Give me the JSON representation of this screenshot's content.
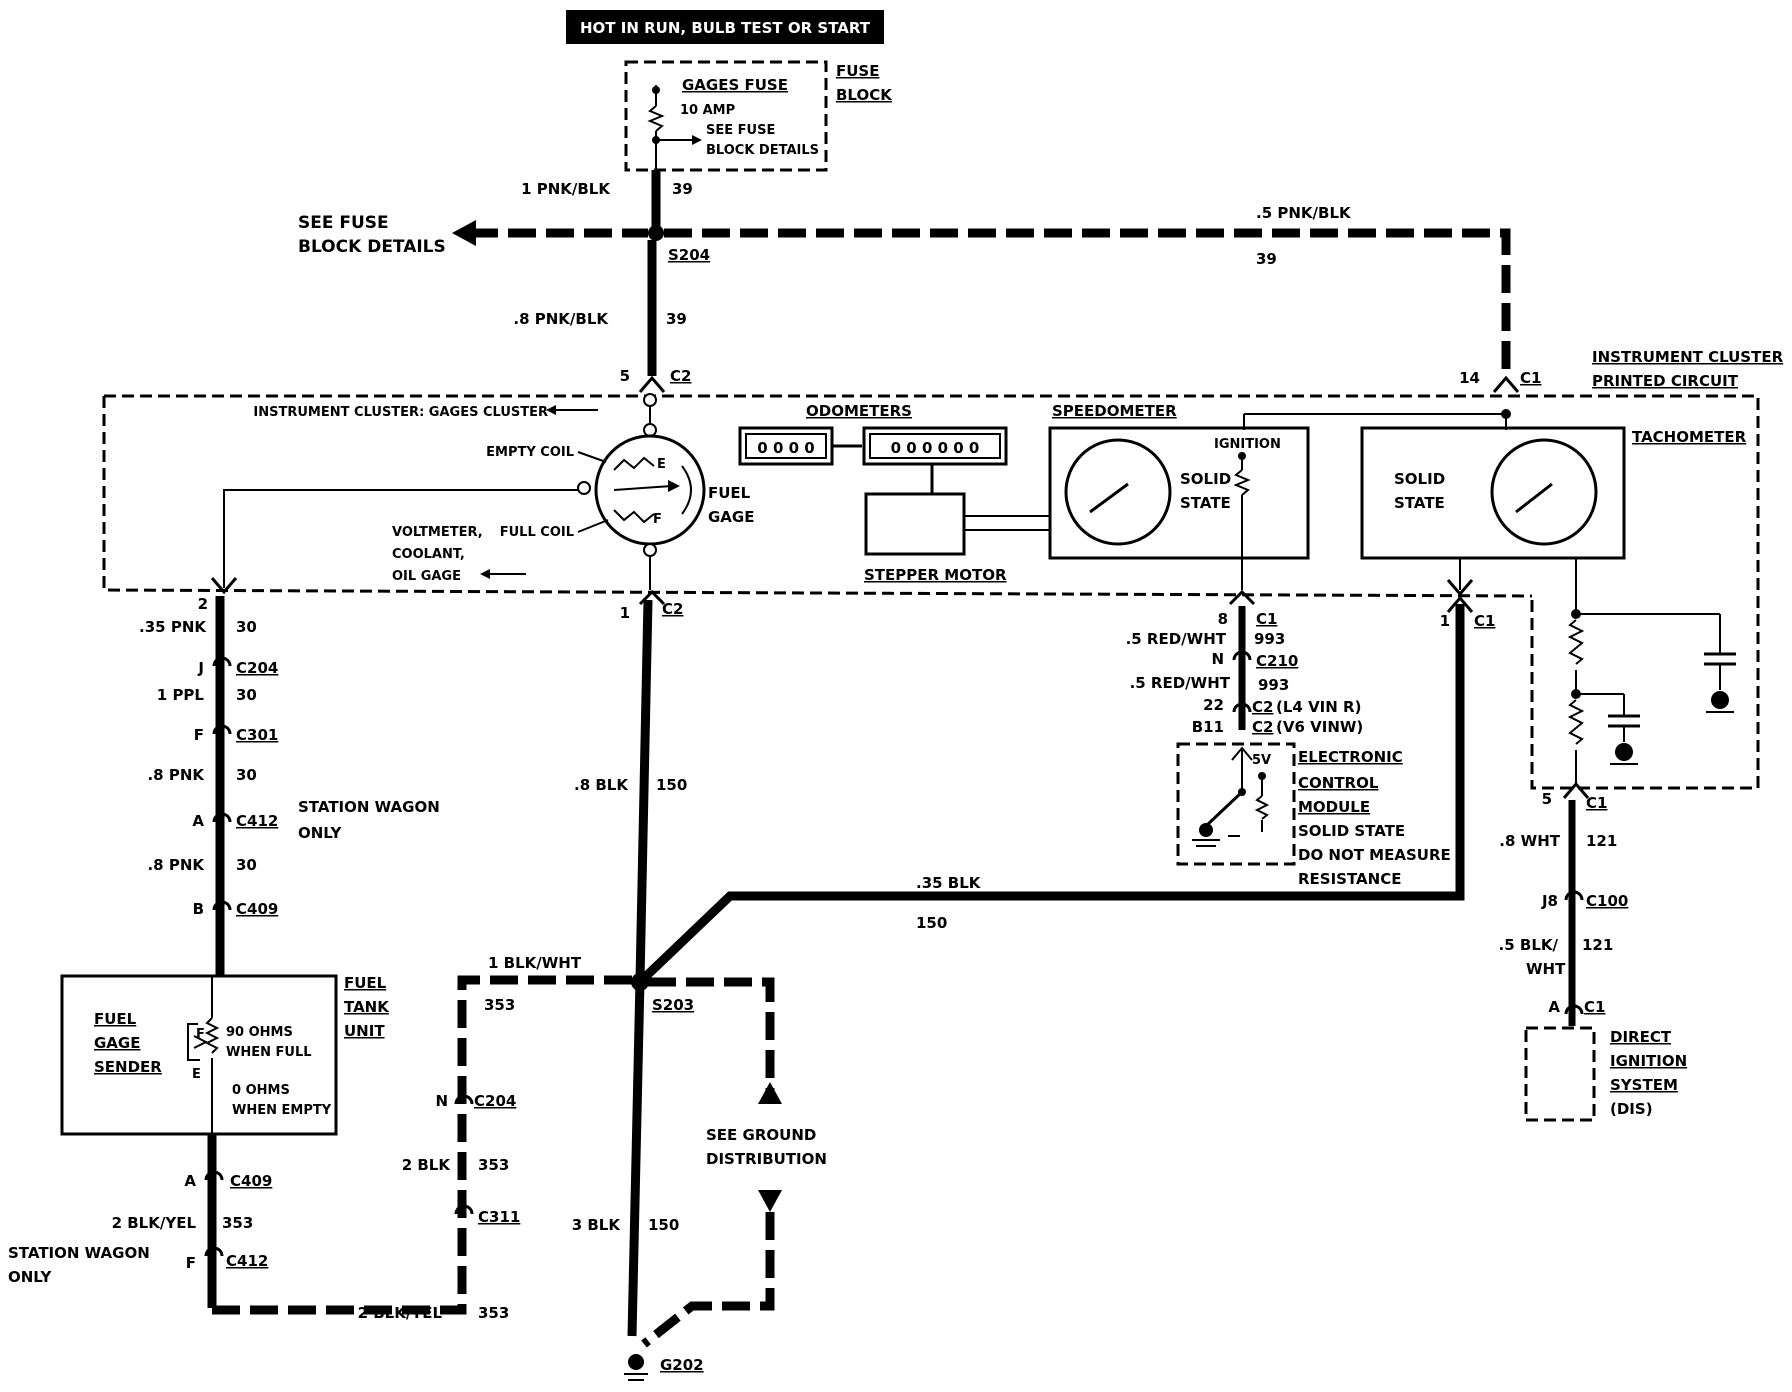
{
  "header": {
    "power_label": "HOT IN RUN, BULB TEST OR START"
  },
  "fuse": {
    "name": "GAGES FUSE",
    "rating": "10 AMP",
    "see_details_1": "SEE FUSE",
    "see_details_2": "BLOCK DETAILS",
    "block_1": "FUSE",
    "block_2": "BLOCK"
  },
  "left_ref": {
    "line1": "SEE FUSE",
    "line2": "BLOCK DETAILS"
  },
  "wires": {
    "w39_top": {
      "gauge": "1 PNK/BLK",
      "circuit": "39"
    },
    "w39_right": {
      "gauge": ".5 PNK/BLK",
      "circuit": "39"
    },
    "w39_down": {
      "gauge": ".8 PNK/BLK",
      "circuit": "39"
    },
    "w30_a": {
      "gauge": ".35 PNK",
      "circuit": "30"
    },
    "w30_b": {
      "gauge": "1 PPL",
      "circuit": "30"
    },
    "w30_c": {
      "gauge": ".8 PNK",
      "circuit": "30"
    },
    "w30_d": {
      "gauge": ".8 PNK",
      "circuit": "30"
    },
    "w353_sender": {
      "gauge": "2 BLK/YEL",
      "circuit": "353"
    },
    "w353_bottom": {
      "gauge": "2 BLK/YEL",
      "circuit": "353"
    },
    "w353_top": {
      "gauge": "1 BLK/WHT",
      "circuit": "353"
    },
    "w353_mid": {
      "gauge": "2 BLK",
      "circuit": "353"
    },
    "w150_mid": {
      "gauge": ".8 BLK",
      "circuit": "150"
    },
    "w150_bottom": {
      "gauge": "3 BLK",
      "circuit": "150"
    },
    "w150_right": {
      "gauge": ".35 BLK",
      "circuit": "150"
    },
    "w993_a": {
      "gauge": ".5 RED/WHT",
      "circuit": "993"
    },
    "w993_b": {
      "gauge": ".5 RED/WHT",
      "circuit": "993"
    },
    "w121_a": {
      "gauge": ".8 WHT",
      "circuit": "121"
    },
    "w121_b1": ".5 BLK/",
    "w121_b2": "WHT",
    "w121_b_circuit": "121"
  },
  "splices": {
    "s204": "S204",
    "s203": "S203",
    "g202": "G202"
  },
  "connectors": {
    "c2_top_pin": "5",
    "c2_top": "C2",
    "c1_top_pin": "14",
    "c1_top": "C1",
    "c2_left_pin": "2",
    "c204_pin": "J",
    "c204": "C204",
    "c301_pin": "F",
    "c301": "C301",
    "c412_pin": "A",
    "c412": "C412",
    "c409_pin": "B",
    "c409": "C409",
    "c409b_pin": "A",
    "c409b": "C409",
    "c412b_pin": "F",
    "c412b": "C412",
    "c2_bottom_pin": "1",
    "c2_bottom": "C2",
    "c204b_pin": "N",
    "c204b": "C204",
    "c311": "C311",
    "c1_speedo_pin": "8",
    "c1_speedo": "C1",
    "c210_pin": "N",
    "c210": "C210",
    "c2_ecm_pin": "22",
    "c2_ecm": "C2",
    "c2_ecm_note": "(L4 VIN R)",
    "c2_ecm2_pin": "B11",
    "c2_ecm2": "C2",
    "c2_ecm2_note": "(V6 VINW)",
    "c1_tach_pin": "1",
    "c1_tach": "C1",
    "c1_dis_top_pin": "5",
    "c1_dis_top": "C1",
    "c100_pin": "J8",
    "c100": "C100",
    "c1_dis_pin": "A",
    "c1_dis": "C1"
  },
  "cluster": {
    "label_1": "INSTRUMENT CLUSTER",
    "label_2": "PRINTED CIRCUIT",
    "gages_ref": "INSTRUMENT CLUSTER:  GAGES CLUSTER",
    "empty_coil": "EMPTY COIL",
    "full_coil": "FULL COIL",
    "voltmeter_1": "VOLTMETER,",
    "voltmeter_2": "COOLANT,",
    "voltmeter_3": "OIL GAGE",
    "fuel_gage_1": "FUEL",
    "fuel_gage_2": "GAGE",
    "gage_e": "E",
    "gage_f": "F",
    "odometers": "ODOMETERS",
    "odo_small": "0 0 0 0",
    "odo_large": "0 0 0 0 0 0",
    "stepper_motor": "STEPPER MOTOR",
    "speedometer": "SPEEDOMETER",
    "ignition": "IGNITION",
    "solid_state_1": "SOLID",
    "solid_state_2": "STATE",
    "tach_solid_1": "SOLID",
    "tach_solid_2": "STATE",
    "tachometer": "TACHOMETER"
  },
  "ecm": {
    "v5": "5V",
    "line1": "ELECTRONIC",
    "line2": "CONTROL",
    "line3": "MODULE",
    "line4": "SOLID STATE",
    "line5": "DO NOT MEASURE",
    "line6": "RESISTANCE"
  },
  "sender": {
    "name_1": "FUEL",
    "name_2": "GAGE",
    "name_3": "SENDER",
    "f": "F",
    "e": "E",
    "full_1": "90 OHMS",
    "full_2": "WHEN FULL",
    "empty_1": "0 OHMS",
    "empty_2": "WHEN EMPTY",
    "unit_1": "FUEL",
    "unit_2": "TANK",
    "unit_3": "UNIT"
  },
  "station_wagon_1": {
    "line1": "STATION WAGON",
    "line2": "ONLY"
  },
  "station_wagon_2": {
    "line1": "STATION WAGON",
    "line2": "ONLY"
  },
  "ground_ref": {
    "line1": "SEE GROUND",
    "line2": "DISTRIBUTION"
  },
  "dis": {
    "line1": "DIRECT",
    "line2": "IGNITION",
    "line3": "SYSTEM",
    "line4": "(DIS)"
  }
}
